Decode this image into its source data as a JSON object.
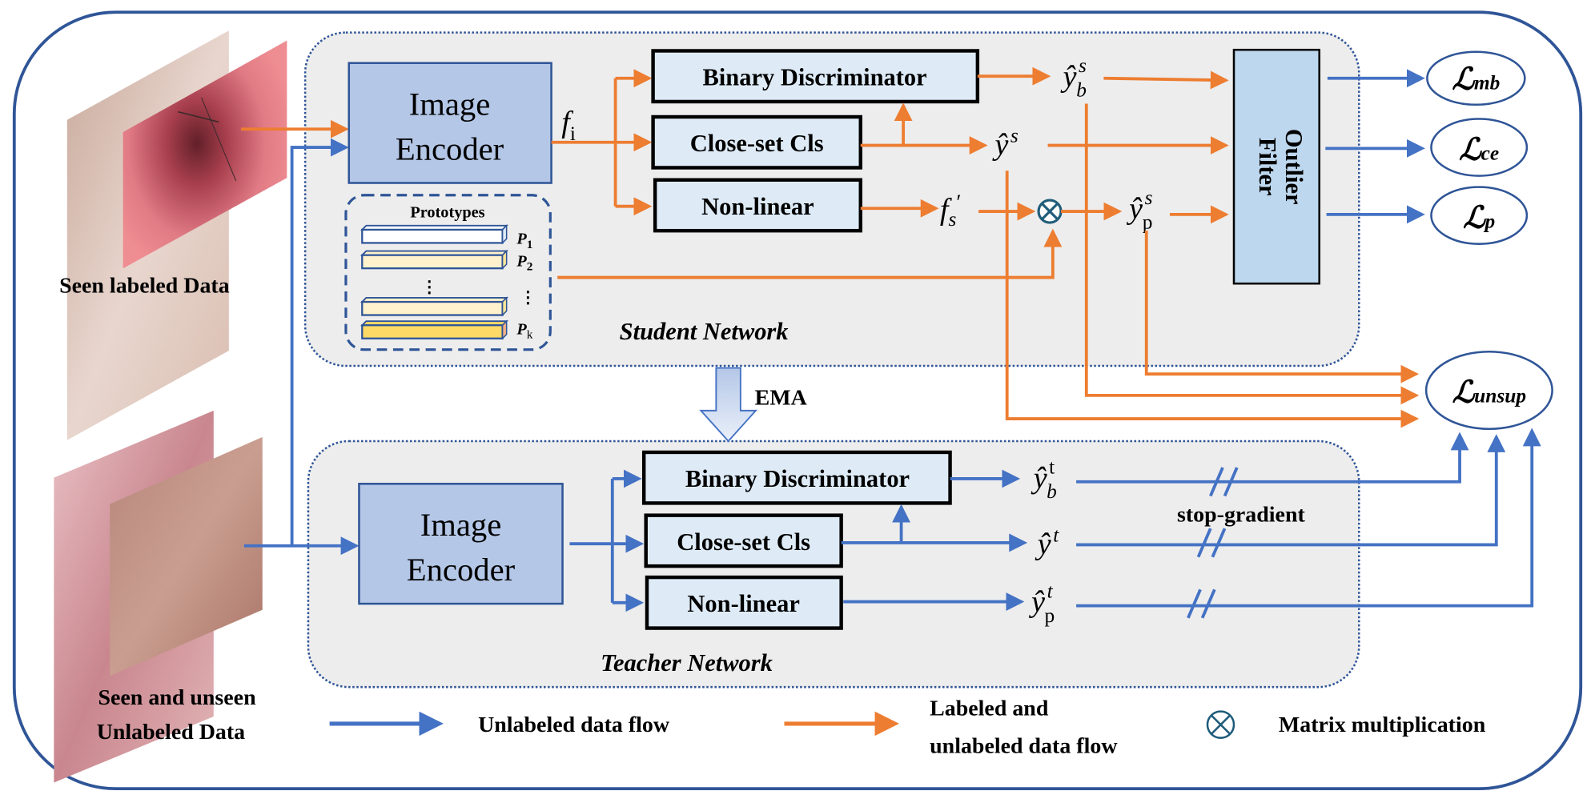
{
  "colors": {
    "frame": "#2F5597",
    "labeled_flow": "#ED7D31",
    "unlabeled_flow": "#4472C4",
    "encoder_fill": "#B4C7E7",
    "module_fill": "#DEEBF7",
    "filter_fill": "#BDD7EE",
    "panel_fill": "#EDEDED",
    "matmul_symbol": "#1F5C7A"
  },
  "inputs": {
    "labeled": "Seen labeled Data",
    "unlabeled_line1": "Seen and unseen",
    "unlabeled_line2": "Unlabeled Data"
  },
  "student": {
    "title": "Student Network",
    "encoder_line1": "Image",
    "encoder_line2": "Encoder",
    "feature": "f",
    "feature_sub": "i",
    "prototypes_title": "Prototypes",
    "prototype_labels": [
      "P",
      "P",
      "P"
    ],
    "prototype_subs": [
      "1",
      "2",
      "k"
    ],
    "modules": [
      "Binary Discriminator",
      "Close-set Cls",
      "Non-linear"
    ],
    "proj_feature": "f",
    "proj_feature_sub": "s",
    "proj_feature_prime": "′",
    "outputs": {
      "yb": {
        "base": "ŷ",
        "sup": "s",
        "sub": "b"
      },
      "y": {
        "base": "ŷ",
        "sup": "s"
      },
      "yp": {
        "base": "ŷ",
        "sup": "s",
        "sub": "p"
      }
    },
    "filter_line1": "Outlier",
    "filter_line2": "Filter"
  },
  "ema_label": "EMA",
  "teacher": {
    "title": "Teacher Network",
    "encoder_line1": "Image",
    "encoder_line2": "Encoder",
    "modules": [
      "Binary Discriminator",
      "Close-set Cls",
      "Non-linear"
    ],
    "outputs": {
      "yb": {
        "base": "ŷ",
        "sup": "t",
        "sub": "b"
      },
      "y": {
        "base": "ŷ",
        "sup": "t"
      },
      "yp": {
        "base": "ŷ",
        "sup": "t",
        "sub": "p"
      }
    },
    "stop_gradient": "stop-gradient"
  },
  "losses": {
    "mb": {
      "symbol": "ℒ",
      "sub": "mb"
    },
    "ce": {
      "symbol": "ℒ",
      "sub": "ce"
    },
    "p": {
      "symbol": "ℒ",
      "sub": "p"
    },
    "unsup": {
      "symbol": "ℒ",
      "sub": "unsup"
    }
  },
  "legend": {
    "unlabeled_flow": "Unlabeled data flow",
    "labeled_flow_line1": "Labeled and",
    "labeled_flow_line2": "unlabeled data flow",
    "matmul": "Matrix multiplication",
    "matmul_symbol": "⊗"
  }
}
